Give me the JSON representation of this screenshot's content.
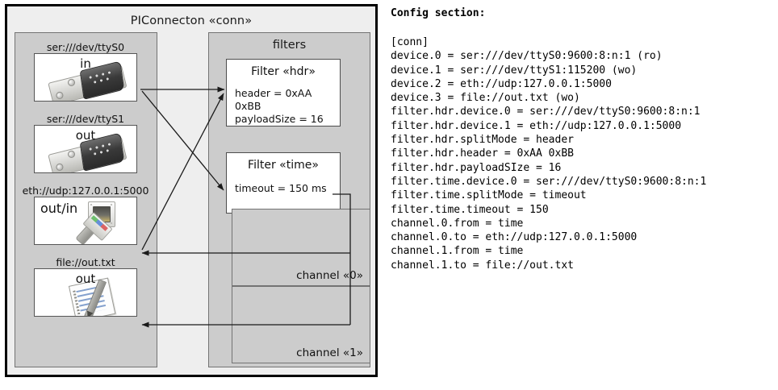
{
  "diagram": {
    "title": "PIConnecton «conn»",
    "devices_panel": {
      "devices": [
        {
          "label": "ser:///dev/ttyS0",
          "direction": "in",
          "icon": "serial-port-icon"
        },
        {
          "label": "ser:///dev/ttyS1",
          "direction": "out",
          "icon": "serial-port-icon"
        },
        {
          "label": "eth://udp:127.0.0.1:5000",
          "direction": "out/in",
          "icon": "ethernet-icon"
        },
        {
          "label": "file://out.txt",
          "direction": "out",
          "icon": "text-file-icon"
        }
      ]
    },
    "filters_panel": {
      "title": "filters",
      "filters": [
        {
          "title": "Filter «hdr»",
          "attrs": [
            "header = 0xAA 0xBB",
            "payloadSize = 16"
          ]
        },
        {
          "title": "Filter «time»",
          "attrs": [
            "timeout = 150 ms"
          ]
        }
      ],
      "channels": [
        {
          "label": "channel «0»"
        },
        {
          "label": "channel «1»"
        }
      ]
    }
  },
  "config": {
    "heading": "Config section:",
    "text": "[conn]\ndevice.0 = ser:///dev/ttyS0:9600:8:n:1 (ro)\ndevice.1 = ser:///dev/ttyS1:115200 (wo)\ndevice.2 = eth://udp:127.0.0.1:5000\ndevice.3 = file://out.txt (wo)\nfilter.hdr.device.0 = ser:///dev/ttyS0:9600:8:n:1\nfilter.hdr.device.1 = eth://udp:127.0.0.1:5000\nfilter.hdr.splitMode = header\nfilter.hdr.header = 0xAA 0xBB\nfilter.hdr.payloadSIze = 16\nfilter.time.device.0 = ser:///dev/ttyS0:9600:8:n:1\nfilter.time.splitMode = timeout\nfilter.time.timeout = 150\nchannel.0.from = time\nchannel.0.to = eth://udp:127.0.0.1:5000\nchannel.1.from = time\nchannel.1.to = file://out.txt"
  },
  "colors": {
    "page_bg": "#ffffff",
    "frame_bg": "#eeeeee",
    "panel_bg": "#cccccc",
    "box_bg": "#ffffff",
    "border_dark": "#000000",
    "border_mid": "#737373",
    "text": "#111111"
  }
}
